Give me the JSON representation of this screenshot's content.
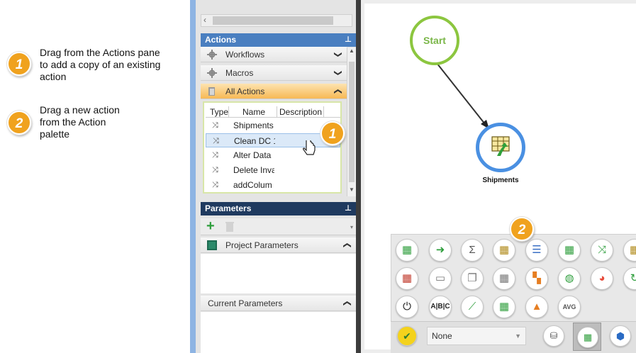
{
  "instructions": [
    {
      "badge": "1",
      "lines": [
        "Drag from the Actions pane",
        "to add a copy of an existing",
        "action"
      ]
    },
    {
      "badge": "2",
      "lines": [
        "Drag a new action",
        "from the Action",
        "palette"
      ]
    }
  ],
  "actions_pane": {
    "title": "Actions",
    "sections": [
      {
        "label": "Workflows",
        "icon": "gear-icon",
        "chevron": "❯"
      },
      {
        "label": "Macros",
        "icon": "gear-icon",
        "chevron": "❯"
      },
      {
        "label": "All Actions",
        "icon": "folder-icon",
        "chevron": "❯"
      }
    ],
    "columns": [
      "Type",
      "Name",
      "Description"
    ],
    "rows": [
      {
        "name": "Shipments"
      },
      {
        "name": "Clean DC 1"
      },
      {
        "name": "Alter Data"
      },
      {
        "name": "Delete Inva"
      },
      {
        "name": "addColum"
      }
    ],
    "callout_badge": "1"
  },
  "parameters_pane": {
    "title": "Parameters",
    "project_label": "Project Parameters",
    "current_label": "Current Parameters"
  },
  "canvas": {
    "start_label": "Start",
    "node_label": "Shipments",
    "palette_badge": "2",
    "dropdown_value": "None"
  },
  "colors": {
    "accent_blue": "#4a7fc0",
    "start_green": "#8cc63f",
    "node_blue": "#4a90e2",
    "badge_orange": "#f0a21e"
  }
}
